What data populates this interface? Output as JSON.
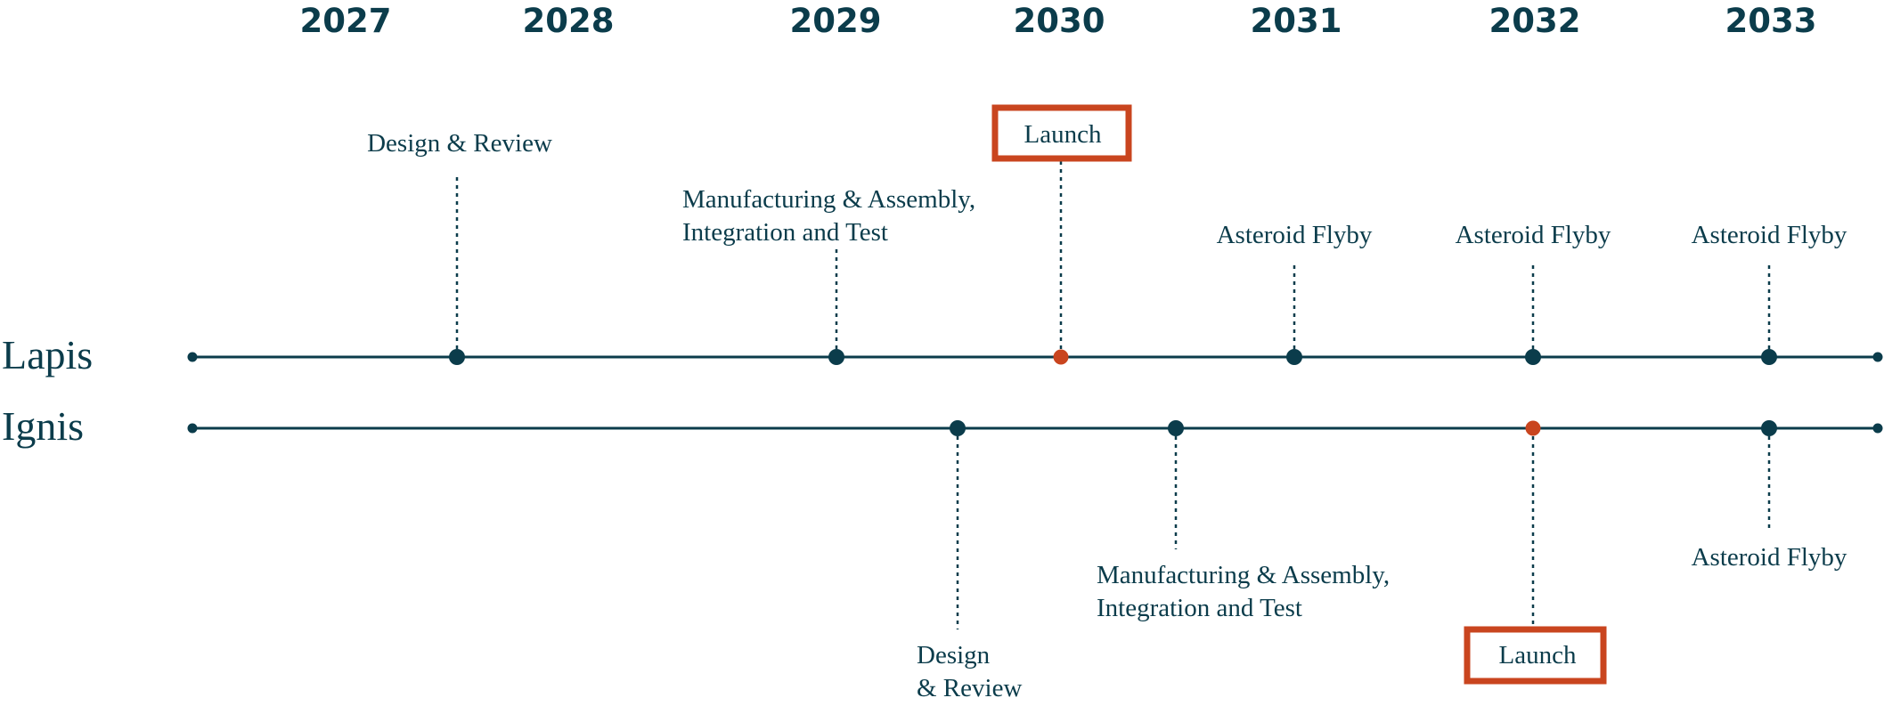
{
  "years": [
    "2027",
    "2028",
    "2029",
    "2030",
    "2031",
    "2032",
    "2033"
  ],
  "colors": {
    "primary": "#0b3c4b",
    "launch": "#c9451f"
  },
  "rows": [
    {
      "id": "lapis",
      "label": "Lapis",
      "events": [
        {
          "id": "design-review",
          "lines": [
            "Design & Review"
          ],
          "kind": "milestone"
        },
        {
          "id": "manufacturing",
          "lines": [
            "Manufacturing & Assembly,",
            "Integration and Test"
          ],
          "kind": "milestone"
        },
        {
          "id": "launch",
          "lines": [
            "Launch"
          ],
          "kind": "launch"
        },
        {
          "id": "flyby-1",
          "lines": [
            "Asteroid Flyby"
          ],
          "kind": "milestone"
        },
        {
          "id": "flyby-2",
          "lines": [
            "Asteroid Flyby"
          ],
          "kind": "milestone"
        },
        {
          "id": "flyby-3",
          "lines": [
            "Asteroid Flyby"
          ],
          "kind": "milestone"
        }
      ]
    },
    {
      "id": "ignis",
      "label": "Ignis",
      "events": [
        {
          "id": "design-review",
          "lines": [
            "Design",
            "& Review"
          ],
          "kind": "milestone"
        },
        {
          "id": "manufacturing",
          "lines": [
            "Manufacturing & Assembly,",
            "Integration and Test"
          ],
          "kind": "milestone"
        },
        {
          "id": "launch",
          "lines": [
            "Launch"
          ],
          "kind": "launch"
        },
        {
          "id": "flyby-1",
          "lines": [
            "Asteroid Flyby"
          ],
          "kind": "milestone"
        }
      ]
    }
  ]
}
